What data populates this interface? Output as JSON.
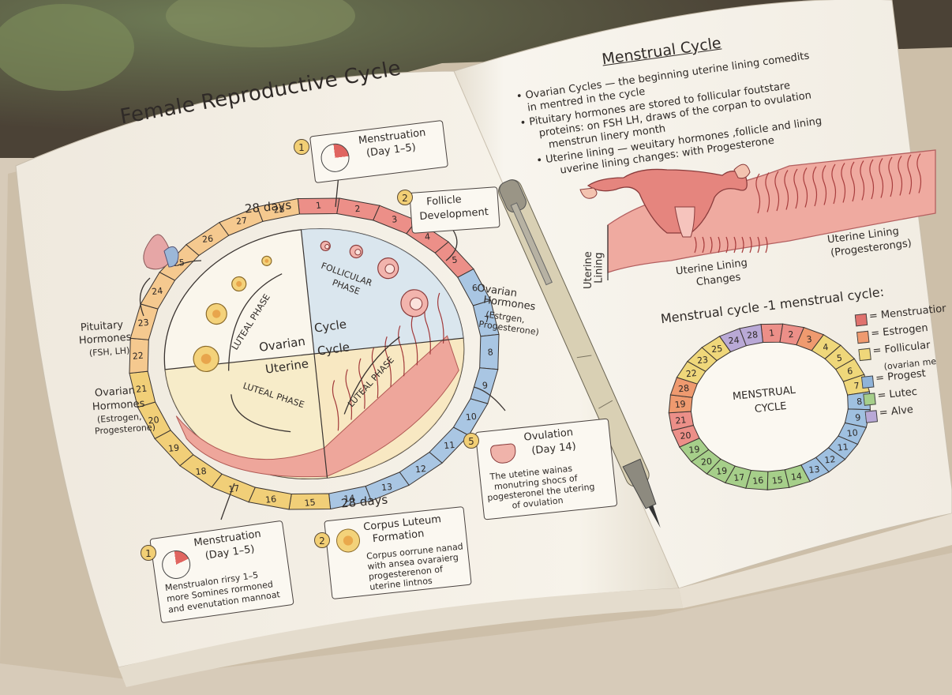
{
  "left_page": {
    "title": "Female Reproductive Cycle",
    "cycle_top_label": "28 days",
    "cycle_bottom_label": "28 days",
    "outer_ring_numbers": [
      "1",
      "2",
      "3",
      "4",
      "5",
      "6",
      "7",
      "8",
      "9",
      "10",
      "11",
      "12",
      "13",
      "14",
      "15",
      "16",
      "17",
      "18",
      "19",
      "20",
      "21",
      "22",
      "23",
      "24",
      "25",
      "26",
      "27",
      "28"
    ],
    "center": {
      "ovarian": "Ovarian",
      "cycle_a": "Cycle",
      "uterine": "Uterine",
      "cycle_b": "Cycle"
    },
    "phases": {
      "follicular": "FOLLICULAR",
      "follicular_2": "PHASE",
      "luteal_upper": "LUTEAL PHASE",
      "luteal_lower": "LUTEAL PHASE",
      "luteal_right": "LUTEAL PHASE"
    },
    "callouts": {
      "menstruation_top": {
        "badge": "1",
        "line1": "Menstruation",
        "line2": "(Day 1–5)"
      },
      "follicle": {
        "badge": "2",
        "line1": "Follicle",
        "line2": "Development"
      },
      "ovulation": {
        "badge": "5",
        "line1": "Ovulation",
        "line2": "(Day 14)",
        "body1": "The utetine wainas",
        "body2": "monutring shocs of",
        "body3": "pogesteronel the utering",
        "body4": "of ovulation"
      },
      "menstruation_bottom": {
        "badge": "1",
        "line1": "Menstruation",
        "line2": "(Day 1–5)",
        "body1": "Menstrualon rirsy 1–5",
        "body2": "more Somines rormoned",
        "body3": "and evenutation mannoat"
      },
      "corpus": {
        "badge": "2",
        "line1": "Corpus Luteum",
        "line2": "Formation",
        "body1": "Corpus oorrune nanad",
        "body2": "with ansea ovaraierg",
        "body3": "progesterenon of",
        "body4": "uterine lintnos"
      }
    },
    "side_labels": {
      "pituitary1": "Pituitary",
      "pituitary2": "Hormones",
      "pituitary3": "(FSH, LH)",
      "ovarian_l1": "Ovarian",
      "ovarian_l2": "Hormones",
      "ovarian_l3": "(Estrogen,",
      "ovarian_l4": "Progesterone)",
      "ovarian_r1": "Ovarian",
      "ovarian_r2": "Hormones",
      "ovarian_r3": "(Estrgen,",
      "ovarian_r4": "Progesterone)"
    }
  },
  "right_page": {
    "title": "Menstrual Cycle",
    "notes": [
      "• Ovarian Cycles — the beginning uterine lining comedits",
      "in mentred in the cycle",
      "• Pituitary hormones are stored to follicular foutstare",
      "proteins: on FSH LH, draws of the corpan to ovulation",
      "menstrun linery month",
      "• Uterine lining — weuitary hormones ,follicle and lining",
      "uverine lining changes: with Progesterone"
    ],
    "uterus_labels": {
      "lining_side1": "Uterine",
      "lining_side2": "Lining",
      "changes1": "Uterine Lining",
      "changes2": "Changes",
      "prog1": "Uterine Lining",
      "prog2": "(Progesterongs)"
    },
    "small_cycle_title": "Menstrual cycle -1 menstrual cycle:",
    "small_cycle_center1": "MENSTRUAL",
    "small_cycle_center2": "CYCLE",
    "small_ring_numbers": [
      "1",
      "2",
      "3",
      "4",
      "5",
      "6",
      "7",
      "8",
      "9",
      "10",
      "11",
      "12",
      "13",
      "14",
      "15",
      "16",
      "17",
      "19",
      "20",
      "19",
      "20",
      "21",
      "19",
      "28",
      "22",
      "23",
      "25",
      "24",
      "28"
    ],
    "legend": [
      {
        "label": "= Menstruation",
        "color": "#e0726e"
      },
      {
        "label": "= Estrogen",
        "color": "#ef9a6f"
      },
      {
        "label": "= Follicular",
        "color": "#efd77a"
      },
      {
        "label": "(ovarian me",
        "color": ""
      },
      {
        "label": "= Progest",
        "color": "#8fb3d8"
      },
      {
        "label": "= Lutec",
        "color": "#a6cf8a"
      },
      {
        "label": "= Alve",
        "color": "#b9a9d6"
      }
    ]
  }
}
